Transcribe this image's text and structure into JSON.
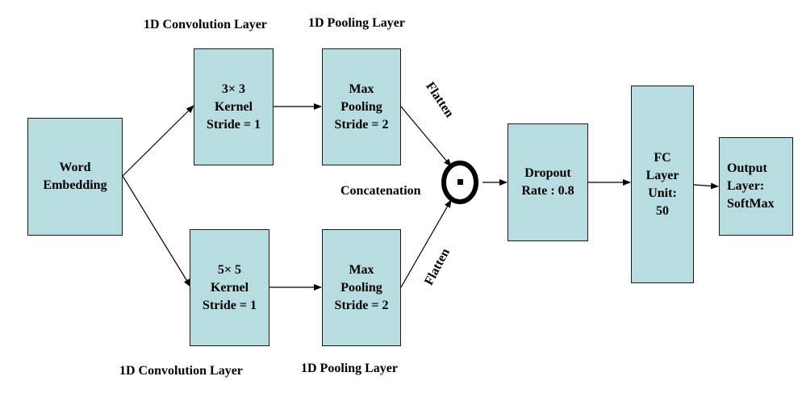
{
  "colors": {
    "box_fill": "#b7dde1",
    "box_border": "#1a1a1a",
    "text": "#000000"
  },
  "labels": {
    "conv_top": "1D Convolution Layer",
    "pool_top": "1D Pooling Layer",
    "conv_bottom": "1D Convolution Layer",
    "pool_bottom": "1D Pooling Layer",
    "flatten_top": "Flatten",
    "flatten_bottom": "Flatten",
    "concatenation": "Concatenation"
  },
  "boxes": {
    "word_embedding": [
      "Word",
      "Embedding"
    ],
    "conv3": [
      "3× 3",
      "Kernel",
      "Stride = 1"
    ],
    "pool_top": [
      "Max",
      "Pooling",
      "Stride = 2"
    ],
    "conv5": [
      "5× 5",
      "Kernel",
      "Stride = 1"
    ],
    "pool_bottom": [
      "Max",
      "Pooling",
      "Stride = 2"
    ],
    "dropout": [
      "Dropout",
      "Rate : 0.8"
    ],
    "fc": [
      "FC",
      "Layer",
      "Unit:",
      "50"
    ],
    "output": [
      "Output",
      "Layer:",
      "SoftMax"
    ]
  },
  "icons": {
    "concatenation": "circle-dot-icon"
  }
}
